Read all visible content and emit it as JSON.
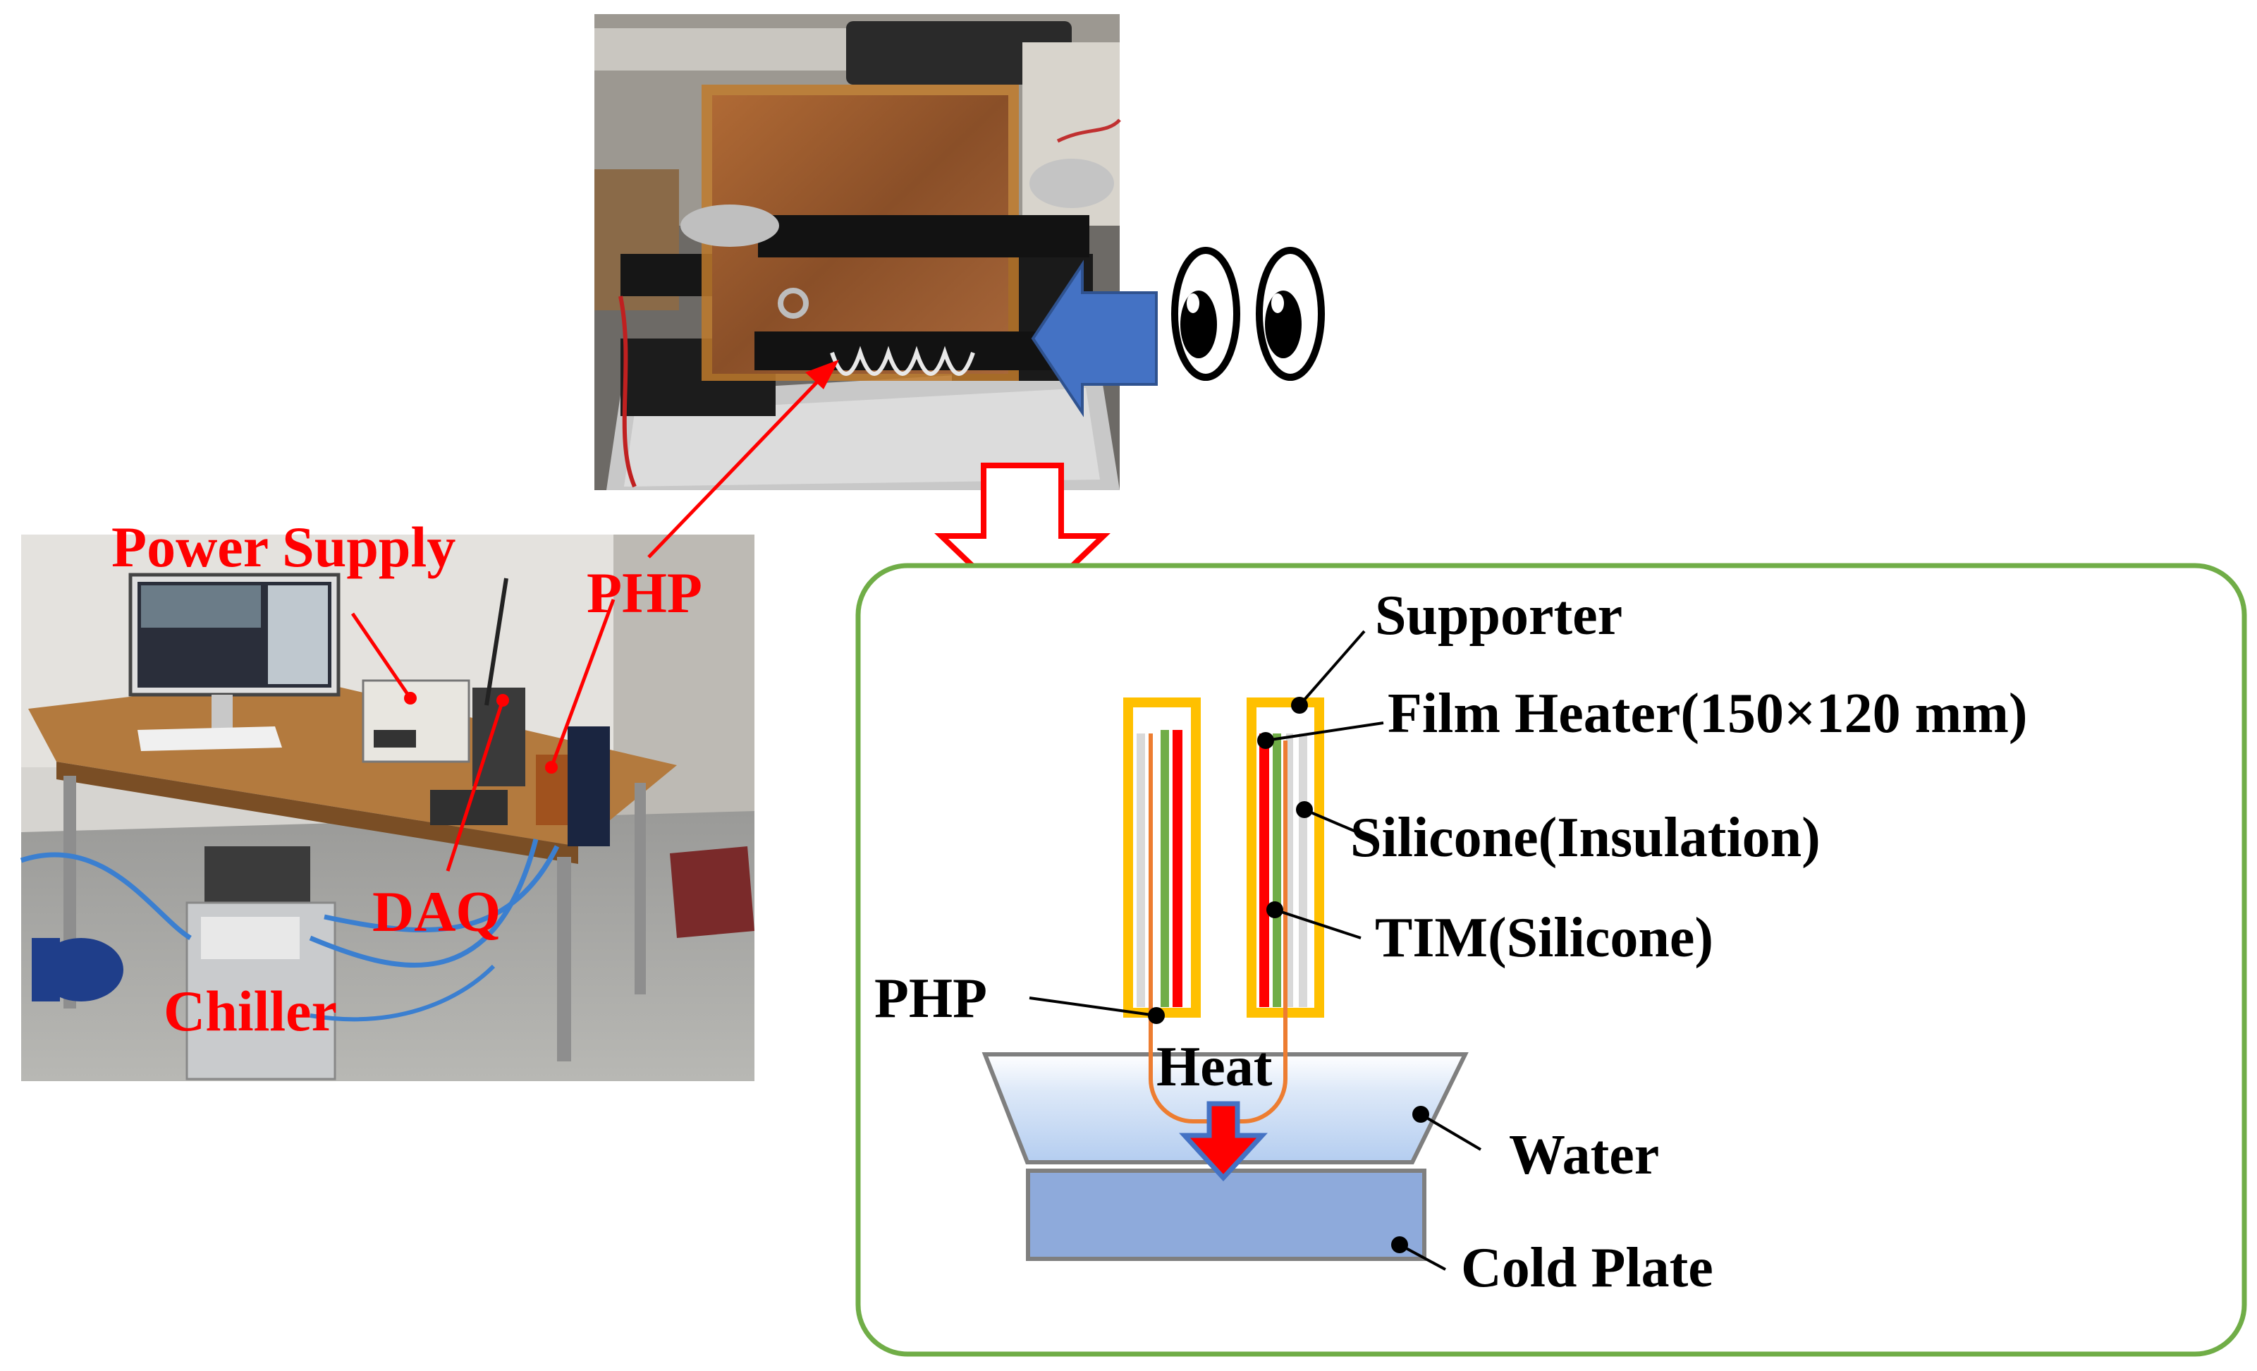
{
  "photo_labels": {
    "power_supply": "Power Supply",
    "php": "PHP",
    "daq": "DAQ",
    "chiller": "Chiller"
  },
  "schematic_labels": {
    "supporter": "Supporter",
    "film_heater": "Film Heater(150×120 mm)",
    "silicone_insulation": "Silicone(Insulation)",
    "tim": "TIM(Silicone)",
    "php": "PHP",
    "heat": "Heat",
    "water": "Water",
    "cold_plate": "Cold Plate"
  },
  "colors": {
    "label_red": "#ff0000",
    "panel_border": "#70ad47",
    "eye_arrow": "#4472c4",
    "supporter": "#ffc000",
    "film_heater": "#ff0000",
    "tim": "#70ad47",
    "silicone": "#d9d9d9",
    "php_tube": "#ed7d31",
    "cold_plate": "#8eaadb",
    "water": "#cfe0f5"
  },
  "icons": {
    "view_direction": "eyes-icon",
    "transition": "down-arrow-outline-icon"
  }
}
